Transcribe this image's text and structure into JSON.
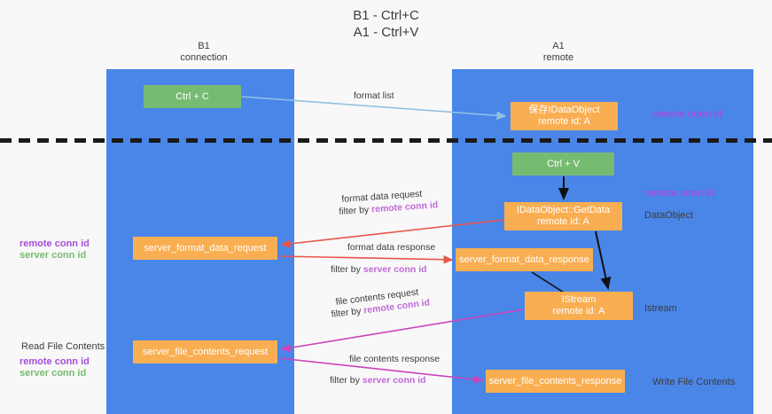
{
  "title": {
    "line1": "B1 - Ctrl+C",
    "line2": "A1 - Ctrl+V"
  },
  "lanes": [
    {
      "id": "b1",
      "name": "B1",
      "role": "connection"
    },
    {
      "id": "a1",
      "name": "A1",
      "role": "remote"
    }
  ],
  "nodes": {
    "ctrl_c": {
      "label": "Ctrl + C",
      "color": "#76bb72"
    },
    "save_dataobject": {
      "line1": "保存IDataObject",
      "line2": "remote id: A",
      "color": "#f9ae51"
    },
    "ctrl_v": {
      "label": "Ctrl + V",
      "color": "#76bb72"
    },
    "getdata": {
      "line1": "IDataObject::GetData",
      "line2": "remote id: A",
      "color": "#f9ae51"
    },
    "server_format_data_request": {
      "label": "server_format_data_request",
      "color": "#f9ae51"
    },
    "server_format_data_response": {
      "label": "server_format_data_response",
      "color": "#f9ae51"
    },
    "istream": {
      "line1": "IStream",
      "line2": "remote id: A",
      "color": "#f9ae51"
    },
    "server_file_contents_request": {
      "label": "server_file_contents_request",
      "color": "#f9ae51"
    },
    "server_file_contents_response": {
      "label": "server_file_contents_response",
      "color": "#f9ae51"
    }
  },
  "edges": {
    "format_list": "format list",
    "format_data_request": "format data request",
    "format_data_request_filter_prefix": "filter by ",
    "format_data_request_filter_key": "remote conn id",
    "format_data_response": "format data response",
    "format_data_response_filter_prefix": "filter by ",
    "format_data_response_filter_key": "server conn id",
    "file_contents_request": "file contents request",
    "file_contents_request_filter_prefix": "filter by ",
    "file_contents_request_filter_key": "remote conn id",
    "file_contents_response": "file contents response",
    "file_contents_response_filter_prefix": "filter by ",
    "file_contents_response_filter_key": "server conn id"
  },
  "annotations": {
    "remote_conn_id_top": "remote conn id",
    "remote_conn_id_mid": "remote conn id",
    "dataobject": "DataObject",
    "istream": "Istream",
    "write_file_contents": "Write File Contents",
    "read_file_contents": "Read File Contents",
    "legend_remote_mid": "remote conn id",
    "legend_server_mid": "server conn id",
    "legend_remote_bottom": "remote conn id",
    "legend_server_bottom": "server conn id"
  },
  "colors": {
    "lane": "#4a86e8",
    "green_node": "#76bb72",
    "orange_node": "#f9ae51",
    "purple": "#a64ddb",
    "green_text": "#76bb72",
    "magenta_edge": "#cc44bb",
    "red_edge": "#e8564a",
    "blue_edge": "#8fc1e3",
    "background": "#f8f8f8"
  }
}
